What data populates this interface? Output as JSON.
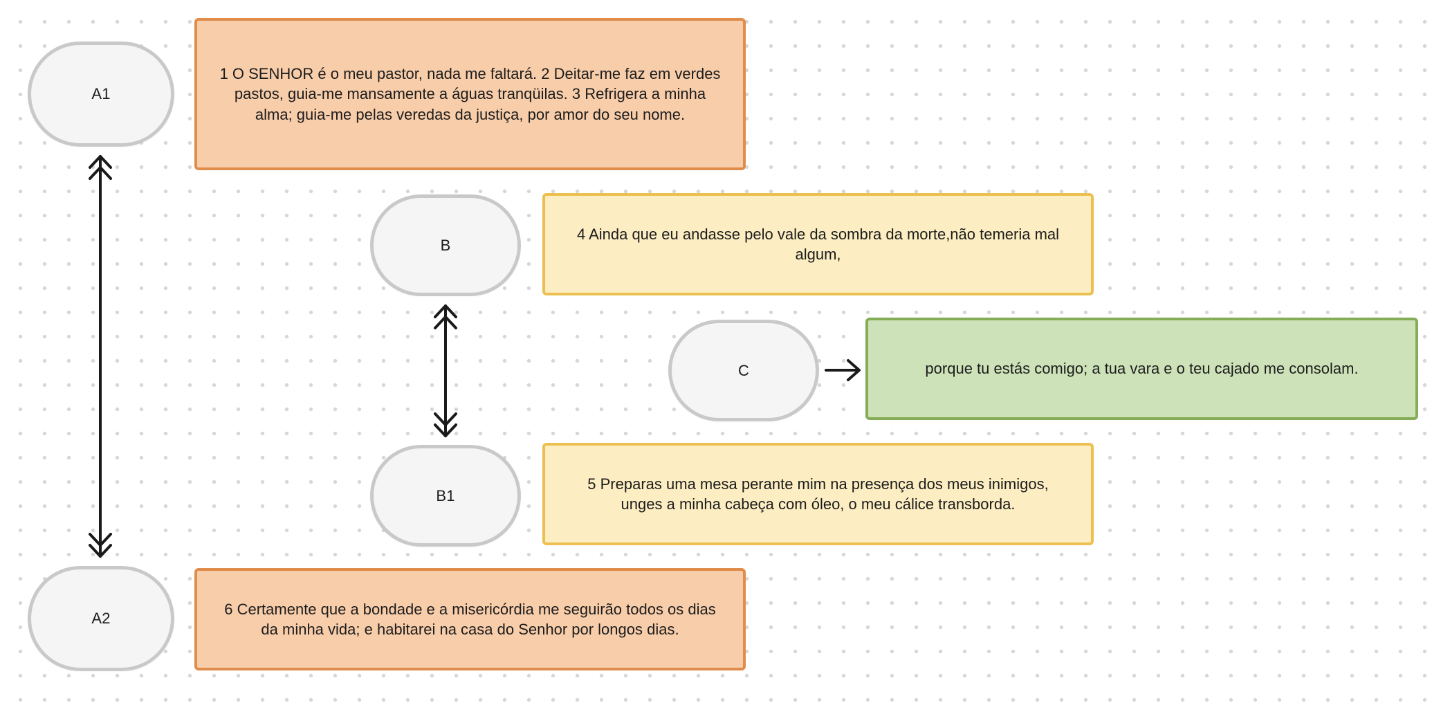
{
  "diagram": {
    "nodes": [
      {
        "id": "A1",
        "label": "A1"
      },
      {
        "id": "B",
        "label": "B"
      },
      {
        "id": "C",
        "label": "C"
      },
      {
        "id": "B1",
        "label": "B1"
      },
      {
        "id": "A2",
        "label": "A2"
      }
    ],
    "boxes": [
      {
        "id": "verse1-3",
        "color_key": "orange",
        "text": "1 O SENHOR é o meu pastor, nada me faltará. 2 Deitar-me faz em verdes pastos, guia-me mansamente a águas tranqüilas. 3 Refrigera a minha alma; guia-me pelas veredas da justiça, por amor do seu nome."
      },
      {
        "id": "verse4a",
        "color_key": "yellow",
        "text": "4 Ainda que eu andasse pelo vale da sombra da morte,não temeria mal algum,"
      },
      {
        "id": "verse4b",
        "color_key": "green",
        "text": "porque tu estás comigo; a tua vara e o teu cajado me consolam."
      },
      {
        "id": "verse5",
        "color_key": "yellow",
        "text": "5 Preparas uma mesa perante mim na presença dos meus inimigos, unges a minha cabeça com óleo, o meu cálice transborda."
      },
      {
        "id": "verse6",
        "color_key": "orange",
        "text": "6 Certamente que a bondade e a misericórdia me seguirão todos os dias da minha vida; e habitarei na casa do Senhor por longos dias."
      }
    ],
    "connectors": [
      {
        "id": "a1-a2",
        "from": "A1",
        "to": "A2",
        "style": "double-chevron-both-ends"
      },
      {
        "id": "b-b1",
        "from": "B",
        "to": "B1",
        "style": "double-chevron-both-ends"
      },
      {
        "id": "c-box",
        "from": "C",
        "to": "verse4b",
        "style": "single-arrowhead"
      }
    ],
    "colors": {
      "orange": {
        "fill": "#f8cdaa",
        "border": "#e08d4b"
      },
      "yellow": {
        "fill": "#fcedc2",
        "border": "#ecc050"
      },
      "green": {
        "fill": "#cde2b8",
        "border": "#85ad57"
      },
      "node": {
        "fill": "#f5f5f5",
        "border": "#c9c9c9"
      },
      "arrow": "#1a1a1a",
      "dot_grid": "#d7d7d7"
    }
  }
}
